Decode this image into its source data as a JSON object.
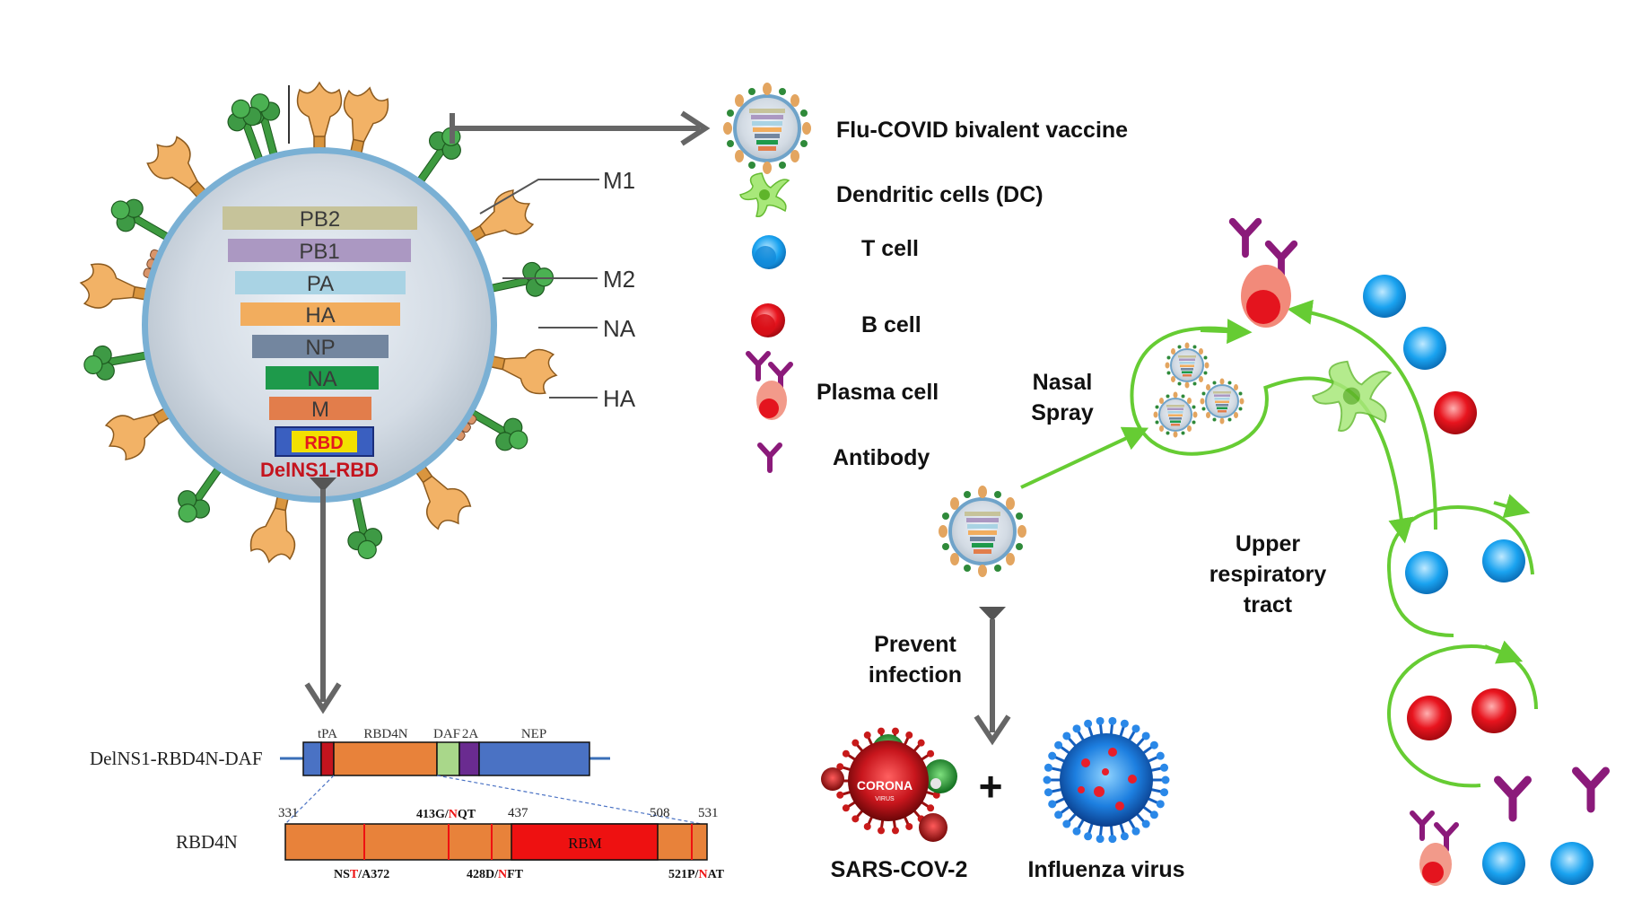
{
  "virion": {
    "segments": [
      {
        "label": "PB2",
        "color": "#c6c39a"
      },
      {
        "label": "PB1",
        "color": "#ab98c2"
      },
      {
        "label": "PA",
        "color": "#a9d3e4"
      },
      {
        "label": "HA",
        "color": "#f2ad5e"
      },
      {
        "label": "NP",
        "color": "#73869f"
      },
      {
        "label": "NA",
        "color": "#1e9a4b"
      },
      {
        "label": "M",
        "color": "#e27d4b"
      }
    ],
    "rbd_label": "RBD",
    "construct_label": "DelNS1-RBD",
    "callouts": {
      "m1": "M1",
      "m2": "M2",
      "na": "NA",
      "ha": "HA"
    }
  },
  "legend": {
    "vaccine": "Flu-COVID bivalent vaccine",
    "dc": "Dendritic cells (DC)",
    "t_cell": "T cell",
    "b_cell": "B cell",
    "plasma_cell": "Plasma cell",
    "antibody": "Antibody"
  },
  "flow": {
    "nasal_1": "Nasal",
    "nasal_2": "Spray",
    "upper_1": "Upper",
    "upper_2": "respiratory",
    "upper_3": "tract",
    "prevent_1": "Prevent",
    "prevent_2": "infection",
    "sars": "SARS-COV-2",
    "flu": "Influenza virus",
    "corona_1": "CORONA",
    "corona_2": "VIRUS",
    "plus": "+"
  },
  "construct": {
    "name": "DelNS1-RBD4N-DAF",
    "parts": [
      "tPA",
      "RBD4N",
      "DAF",
      "2A",
      "NEP"
    ],
    "rbd_name": "RBD4N",
    "start": "331",
    "top_mutation_pre": "413G/",
    "top_mutation_n": "N",
    "top_mutation_post": "QT",
    "pos_437": "437",
    "pos_508": "508",
    "end": "531",
    "rbm": "RBM",
    "mut1_pre": "NS",
    "mut1_t": "T",
    "mut1_post": "/A372",
    "mut2_pre": "428D/",
    "mut2_n": "N",
    "mut2_post": "FT",
    "mut3_pre": "521P/",
    "mut3_n": "N",
    "mut3_post": "AT"
  },
  "colors": {
    "green_arrow": "#66cc33",
    "gray_arrow": "#666666",
    "t_cell": "#1aa3f0",
    "b_cell": "#e8141e",
    "antibody": "#8b1a7a",
    "rbd_orange": "#e8823a",
    "rbm_red": "#ee1111",
    "construct_blue": "#4a72c4"
  }
}
